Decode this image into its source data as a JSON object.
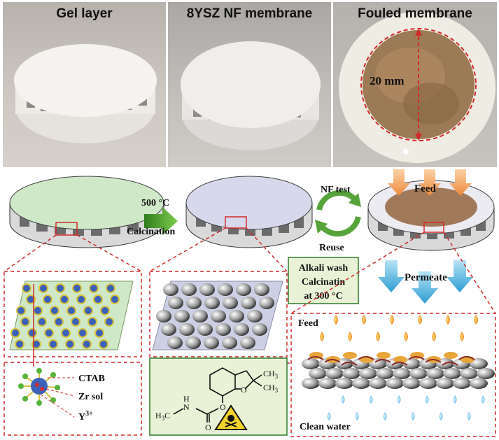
{
  "photos": [
    {
      "title": "Gel layer"
    },
    {
      "title": "8YSZ NF membrane"
    },
    {
      "title": "Fouled membrane",
      "annotation": "20 mm"
    }
  ],
  "process": {
    "calcination_temp": "500 °C",
    "calcination": "Calcination",
    "nf_test": "NF test",
    "reuse": "Reuse",
    "regen_line1": "Alkali wash",
    "regen_line2": "Calcinatin",
    "regen_line3": "at 300 °C",
    "feed": "Feed",
    "permeate": "Permeate"
  },
  "gel_legend": {
    "ctab": "CTAB",
    "zr_sol": "Zr sol",
    "y3": "Y",
    "y3_sup": "3+"
  },
  "filtration": {
    "feed": "Feed",
    "clean_water": "Clean water"
  },
  "molecule": {
    "ch3_top": "CH",
    "ch3_top_sub": "3",
    "ch3_right": "CH",
    "ch3_right_sub": "3",
    "o_ring": "O",
    "o_ester": "O",
    "o_carbonyl": "O",
    "nh": "N",
    "nh_h": "H",
    "h3c": "H",
    "h3c_sub": "3",
    "h3c_c": "C"
  },
  "colors": {
    "gel_green": "#cfe8c8",
    "membrane_lavender": "#d7d8ec",
    "fouled_brown": "#a0795a",
    "arrow_green": "#5aa63a",
    "feed_orange": "#f0a060",
    "permeate_blue": "#5ab2dd",
    "dash_red": "#d12a2a",
    "panel_green": "#e9f2d6"
  }
}
